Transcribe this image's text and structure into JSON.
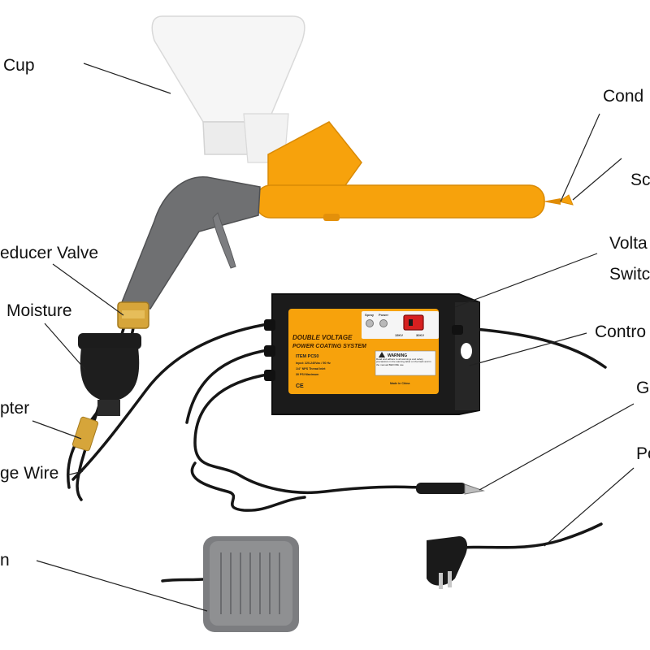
{
  "labels": {
    "cup": "Cup",
    "reducer_valve": "educer Valve",
    "moisture": "Moisture",
    "adapter": "pter",
    "voltage_wire": "ge Wire",
    "switch_partial": "n",
    "conductor": "Cond",
    "sc": "Sc",
    "voltage_switch_line1": "Volta",
    "voltage_switch_line2": "Switc",
    "control": "Contro",
    "ground": "G",
    "power": "Po"
  },
  "control_box": {
    "title_line1": "DOUBLE VOLTAGE",
    "title_line2": "POWER COATING SYSTEM",
    "item": "ITEM PC50",
    "spec1": "Input: 220-240Vac / 50 Hz",
    "spec2": "1/4\" NPS Thread Inlet",
    "spec3": "30 PSI Maximum",
    "warning_title": "WARNING",
    "warning_text": "Read and adhere to all warnings and safety precautions in the warning label on the back and in the manual BEFORE use",
    "made_in": "Made in China",
    "ce": "CE",
    "led1": "Spray",
    "led2": "Power",
    "kv1": "15KV",
    "kv2": "30KV"
  },
  "colors": {
    "orange": "#f7a20c",
    "black": "#1a1a1a",
    "gray": "#6f7072",
    "pedal": "#8a8b8d",
    "brass": "#d6a53a",
    "leader": "#222222"
  }
}
